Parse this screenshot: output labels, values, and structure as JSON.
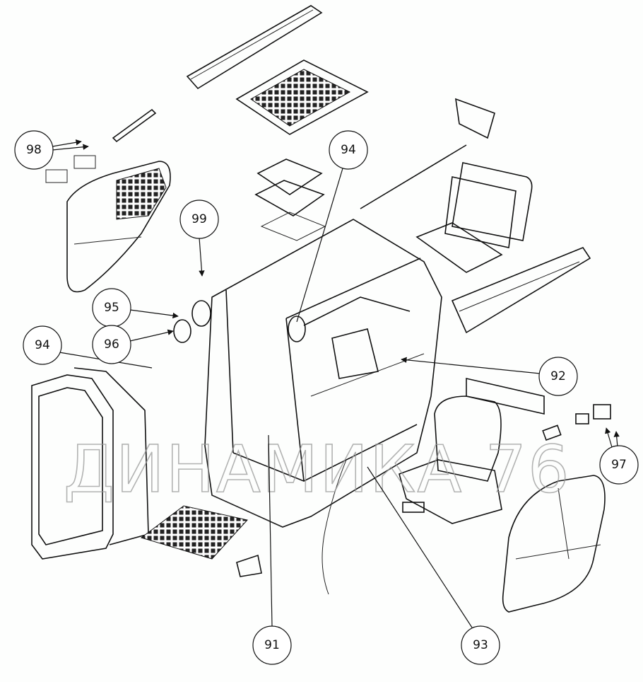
{
  "diagram": {
    "watermark": "ДИНАМИКА 76",
    "callouts": [
      {
        "id": "98",
        "label": "98"
      },
      {
        "id": "94a",
        "label": "94"
      },
      {
        "id": "99",
        "label": "99"
      },
      {
        "id": "95",
        "label": "95"
      },
      {
        "id": "96",
        "label": "96"
      },
      {
        "id": "94b",
        "label": "94"
      },
      {
        "id": "92",
        "label": "92"
      },
      {
        "id": "97",
        "label": "97"
      },
      {
        "id": "91",
        "label": "91"
      },
      {
        "id": "93",
        "label": "93"
      }
    ]
  }
}
